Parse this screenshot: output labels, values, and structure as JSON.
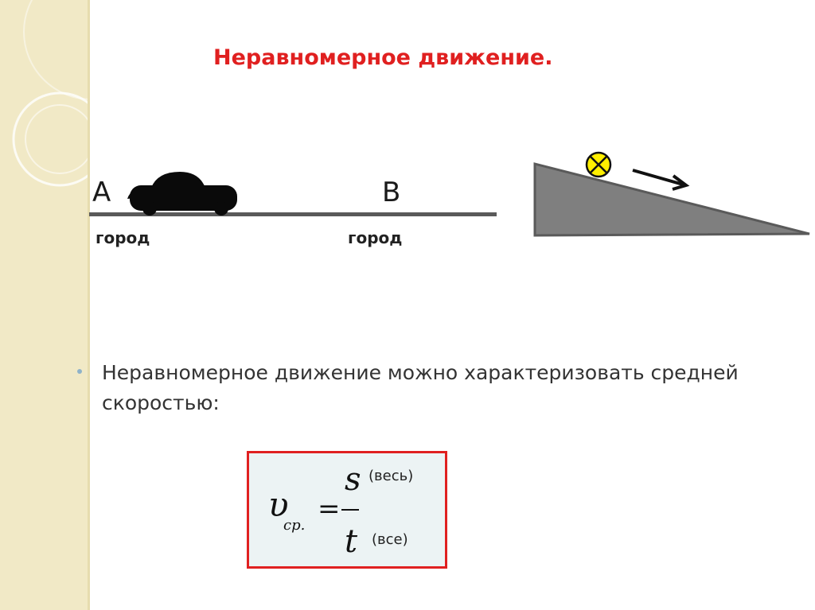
{
  "slide": {
    "title": "Неравномерное движение.",
    "colors": {
      "title": "#e02020",
      "frame": "#e02020",
      "ramp": "#7f7f7f",
      "ball": "#ffef00"
    }
  },
  "road": {
    "point_a": "A",
    "point_b": "B",
    "city_a": "город",
    "city_b": "город"
  },
  "bullet": {
    "line1": "Неравномерное движение можно  характеризовать средней",
    "line2": "скоростью:"
  },
  "formula": {
    "velocity_symbol": "υ",
    "velocity_subscript": "ср.",
    "equals": "=",
    "numerator": "s",
    "denominator": "t",
    "numerator_note": "(весь)",
    "denominator_note": "(все)"
  },
  "icons": [
    "car-icon",
    "ball-icon",
    "arrow-icon",
    "inclined-plane"
  ]
}
